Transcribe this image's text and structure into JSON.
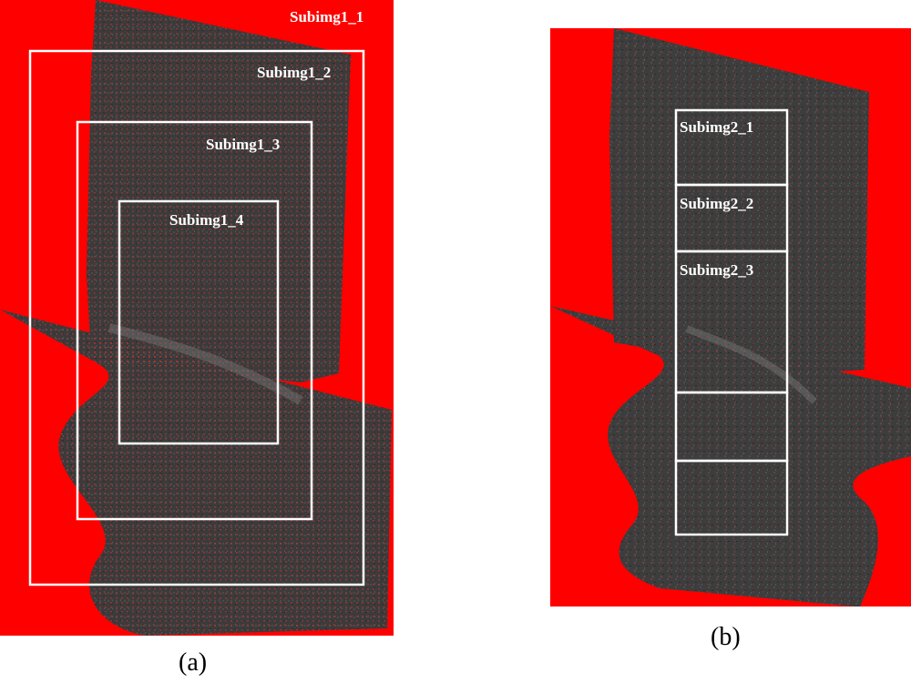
{
  "panel_a": {
    "caption": "(a)",
    "boxes": [
      {
        "label": "Subimg1_1"
      },
      {
        "label": "Subimg1_2"
      },
      {
        "label": "Subimg1_3"
      },
      {
        "label": "Subimg1_4"
      }
    ]
  },
  "panel_b": {
    "caption": "(b)",
    "boxes": [
      {
        "label": "Subimg2_1"
      },
      {
        "label": "Subimg2_2"
      },
      {
        "label": "Subimg2_3"
      },
      {
        "label": ""
      },
      {
        "label": ""
      }
    ]
  },
  "colors": {
    "background": "#ff0000",
    "terrain": "#3a3a3a",
    "box_outline": "#ffffff",
    "label_text": "#ffffff",
    "match_points": "#ff2020"
  }
}
